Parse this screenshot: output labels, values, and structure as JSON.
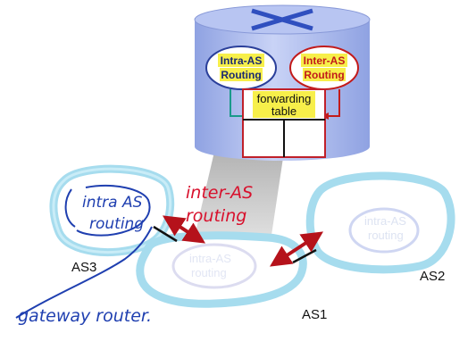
{
  "router": {
    "intra_label_line1": "Intra-AS",
    "intra_label_line2": "Routing",
    "inter_label_line1": "Inter-AS",
    "inter_label_line2": "Routing",
    "table_label_line1": "forwarding",
    "table_label_line2": "table"
  },
  "autonomous_systems": {
    "as1": {
      "name": "AS1",
      "inner_line1": "intra-AS",
      "inner_line2": "routing"
    },
    "as2": {
      "name": "AS2",
      "inner_line1": "intra-AS",
      "inner_line2": "routing"
    },
    "as3": {
      "name": "AS3"
    }
  },
  "annotations": {
    "intra_as_line1": "intra AS",
    "intra_as_line2": "routing",
    "inter_as_line1": "inter-AS",
    "inter_as_line2": "routing",
    "gateway_router": "gateway router."
  },
  "colors": {
    "router_body": "#a8b8ec",
    "router_cross": "#2f4fbf",
    "intra_oval_stroke": "#2a3f9a",
    "inter_oval_stroke": "#c21a1a",
    "label_highlight": "#f7ef4a",
    "table_border": "#c0202a",
    "as_cloud": "#a6dcee",
    "ink_blue": "#1f3fb0",
    "ink_red": "#d8102c",
    "link_red": "#b5121b"
  }
}
